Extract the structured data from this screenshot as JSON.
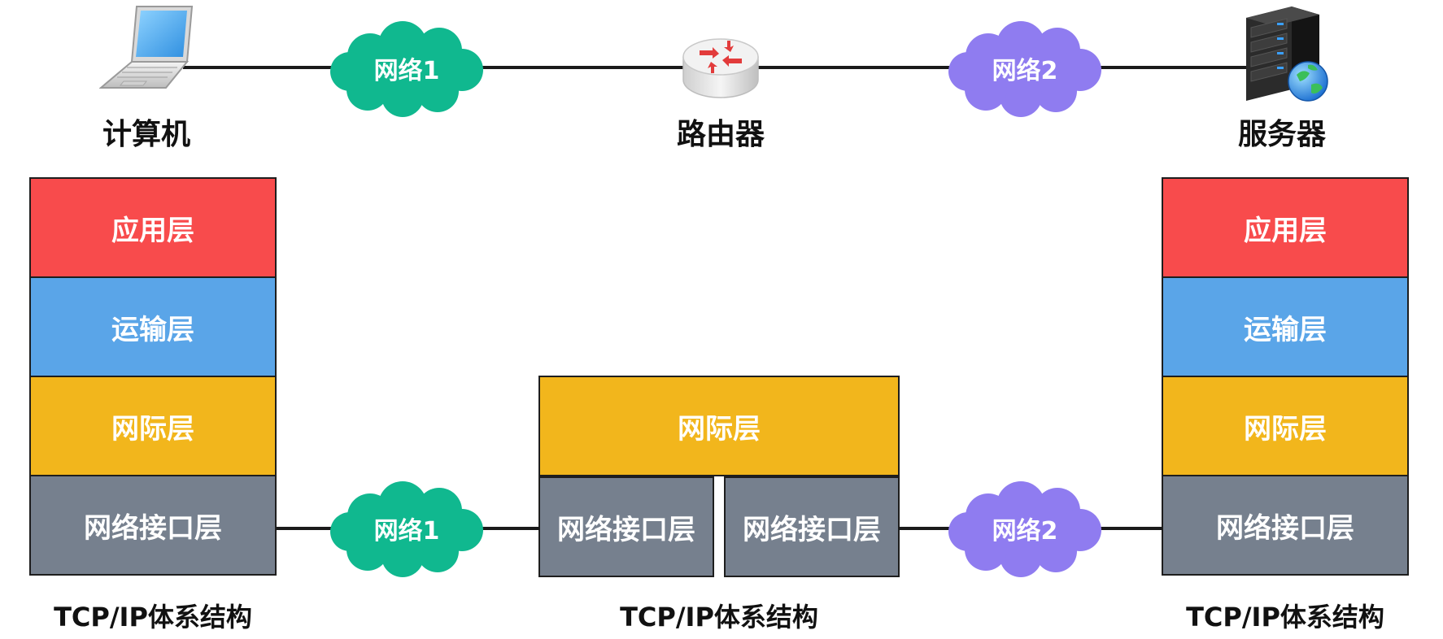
{
  "colors": {
    "application": "#F84B4C",
    "transport": "#5AA5E8",
    "internet": "#F2B61C",
    "network_interface": "#76808E",
    "network1_cloud": "#10B88F",
    "network2_cloud": "#8F7CF0",
    "line": "#1a1a1a"
  },
  "top": {
    "computer_label": "计算机",
    "router_label": "路由器",
    "server_label": "服务器",
    "network1": "网络1",
    "network2": "网络2"
  },
  "host_left": {
    "layers": [
      "应用层",
      "运输层",
      "网际层",
      "网络接口层"
    ],
    "caption": "TCP/IP体系结构"
  },
  "router_stack": {
    "internet": "网际层",
    "iface_left": "网络接口层",
    "iface_right": "网络接口层",
    "caption": "TCP/IP体系结构"
  },
  "host_right": {
    "layers": [
      "应用层",
      "运输层",
      "网际层",
      "网络接口层"
    ],
    "caption": "TCP/IP体系结构"
  },
  "bottom": {
    "network1": "网络1",
    "network2": "网络2"
  },
  "icons": {
    "computer": "laptop-icon",
    "router": "router-icon",
    "server": "server-icon"
  }
}
